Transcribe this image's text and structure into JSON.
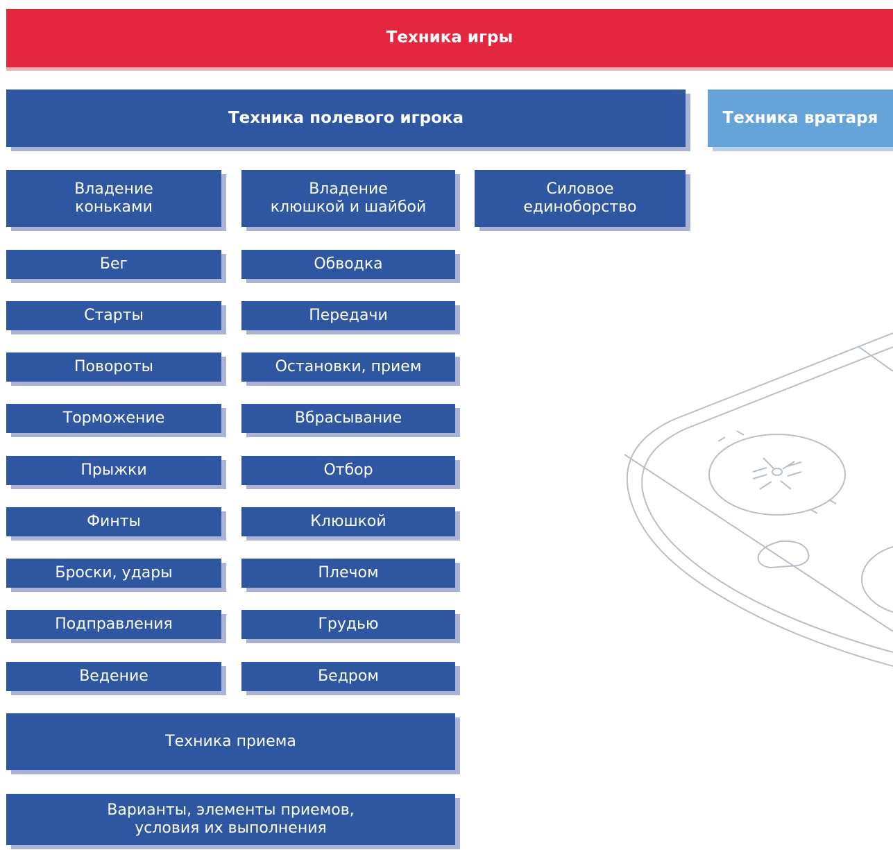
{
  "title": "Техника игры",
  "field_player": "Техника полевого игрока",
  "goalkeeper": "Техника вратаря",
  "categories": [
    "Владение\nконьками",
    "Владение\nклюшкой и шайбой",
    "Силовое\nединоборство"
  ],
  "skating_items": [
    "Бег",
    "Старты",
    "Повороты",
    "Торможение",
    "Прыжки",
    "Финты",
    "Броски, удары",
    "Подправления",
    "Ведение"
  ],
  "stick_items": [
    "Обводка",
    "Передачи",
    "Остановки, прием",
    "Вбрасывание",
    "Отбор",
    "Клюшкой",
    "Плечом",
    "Грудью",
    "Бедром"
  ],
  "technique": "Техника приема",
  "variants": "Варианты, элементы приемов,\nусловия их выполнения",
  "colors": {
    "red": "#e3273f",
    "dark_blue": "#2f56a0",
    "light_blue": "#66a3d9",
    "rink_line": "#b8bfc6"
  },
  "decoration": "hockey-rink-outline"
}
